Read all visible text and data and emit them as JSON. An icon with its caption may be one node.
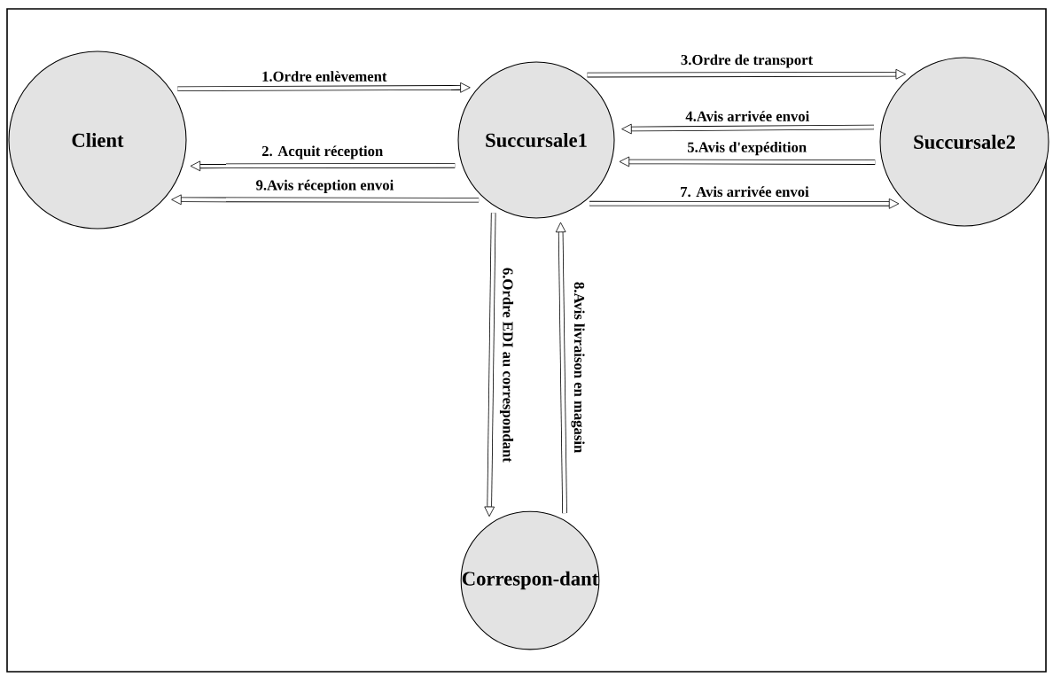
{
  "diagram": {
    "nodes": [
      {
        "text": [
          "Client"
        ]
      },
      {
        "text": [
          "Succursale1"
        ]
      },
      {
        "text": [
          "Succursale2"
        ]
      },
      {
        "text": [
          "Correspon-dant"
        ]
      }
    ],
    "edges": [
      {
        "from": 0,
        "to": 1,
        "arrow": "to",
        "label": "1.Ordre enlèvement"
      },
      {
        "from": 1,
        "to": 0,
        "arrow": "to",
        "label": "2. Acquit réception"
      },
      {
        "from": 1,
        "to": 2,
        "arrow": "to",
        "label": "3.Ordre de transport"
      },
      {
        "from": 2,
        "to": 1,
        "arrow": "to",
        "label": "4.Avis arrivée envoi"
      },
      {
        "from": 2,
        "to": 1,
        "arrow": "to",
        "label": "5.Avis d'expédition"
      },
      {
        "from": 1,
        "to": 3,
        "arrow": "to",
        "label": "6.Ordre EDI au correspondant"
      },
      {
        "from": 1,
        "to": 2,
        "arrow": "to",
        "label": "7. Avis arrivée envoi"
      },
      {
        "from": 3,
        "to": 1,
        "arrow": "to",
        "label": "8.Avis livraison en magasin"
      },
      {
        "from": 1,
        "to": 0,
        "arrow": "to",
        "label": "9.Avis réception envoi"
      }
    ]
  }
}
